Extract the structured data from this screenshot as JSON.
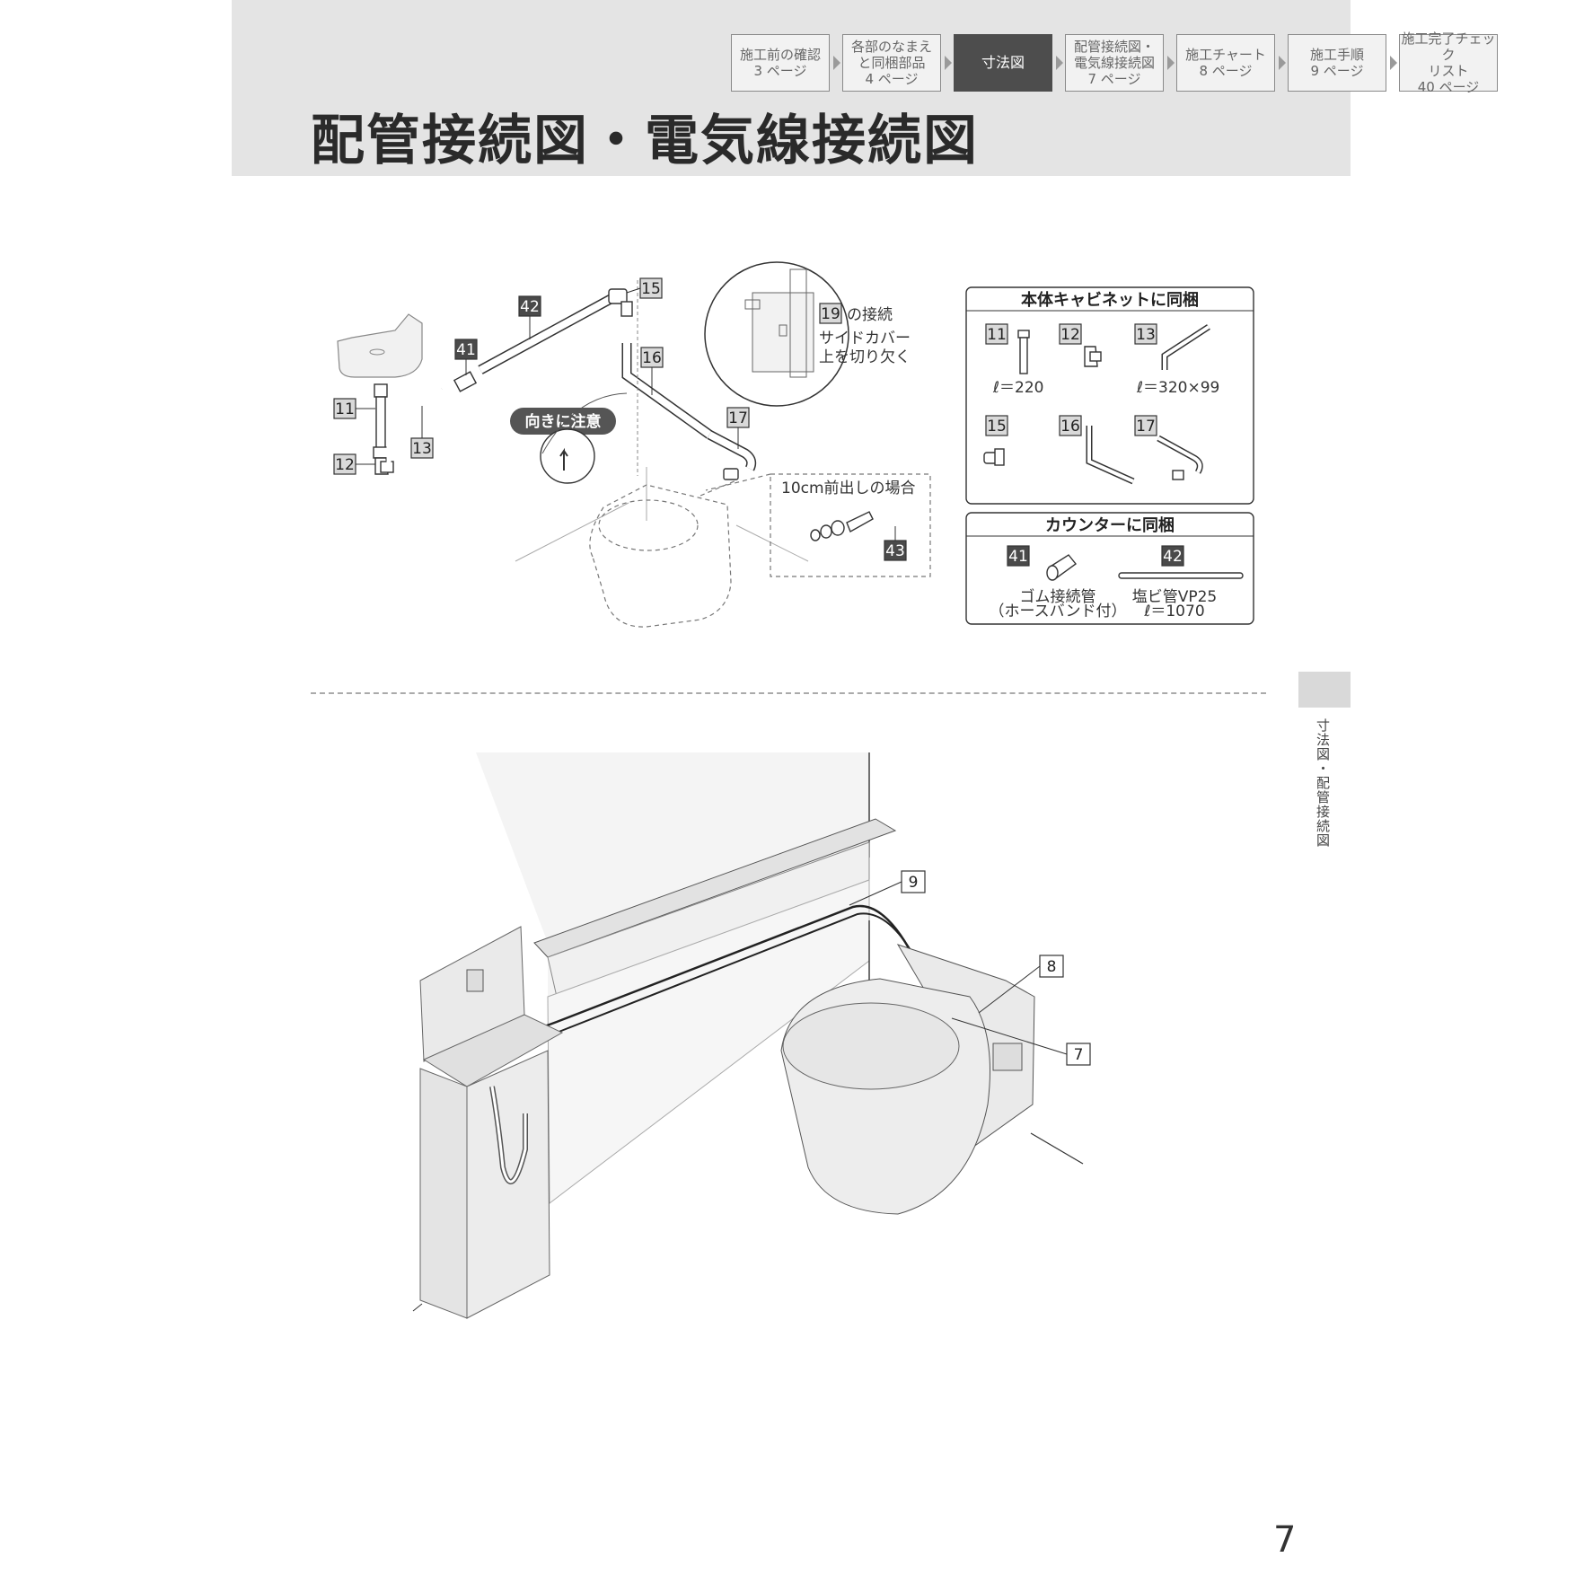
{
  "nav_steps": [
    {
      "label": "施工前の確認\n3 ページ",
      "active": false
    },
    {
      "label": "各部のなまえ\nと同梱部品\n4 ページ",
      "active": false
    },
    {
      "label": "寸法図",
      "active": true
    },
    {
      "label": "配管接続図・\n電気線接続図\n7 ページ",
      "active": false
    },
    {
      "label": "施工チャート\n8 ページ",
      "active": false
    },
    {
      "label": "施工手順\n9 ページ",
      "active": false
    },
    {
      "label": "施工完了チェック\nリスト\n40 ページ",
      "active": false
    }
  ],
  "page_title": "配管接続図・電気線接続図",
  "side_label": "寸法図・配管接続図",
  "page_number": "7",
  "diagram": {
    "callouts": {
      "n11": "11",
      "n12": "12",
      "n13": "13",
      "n15": "15",
      "n16": "16",
      "n17": "17",
      "n41": "41",
      "n42": "42",
      "n43": "43",
      "n19": "19"
    },
    "caution_label": "向きに注意",
    "detail_note_1": "の接続",
    "detail_note_2": "サイドカバー",
    "detail_note_3": "上を切り欠く",
    "option_label": "10cm前出しの場合"
  },
  "cabinet_panel": {
    "title": "本体キャビネットに同梱",
    "parts": [
      {
        "num": "11",
        "spec": "ℓ＝220"
      },
      {
        "num": "12",
        "spec": ""
      },
      {
        "num": "13",
        "spec": "ℓ＝320×99"
      },
      {
        "num": "15",
        "spec": ""
      },
      {
        "num": "16",
        "spec": ""
      },
      {
        "num": "17",
        "spec": ""
      }
    ]
  },
  "counter_panel": {
    "title": "カウンターに同梱",
    "parts": [
      {
        "num": "41",
        "line1": "ゴム接続管",
        "line2": "（ホースバンド付）"
      },
      {
        "num": "42",
        "line1": "塩ビ管VP25",
        "line2": "ℓ＝1070"
      }
    ]
  },
  "lower_diagram": {
    "callouts": {
      "n9": "9",
      "n8": "8",
      "n7": "7"
    }
  }
}
